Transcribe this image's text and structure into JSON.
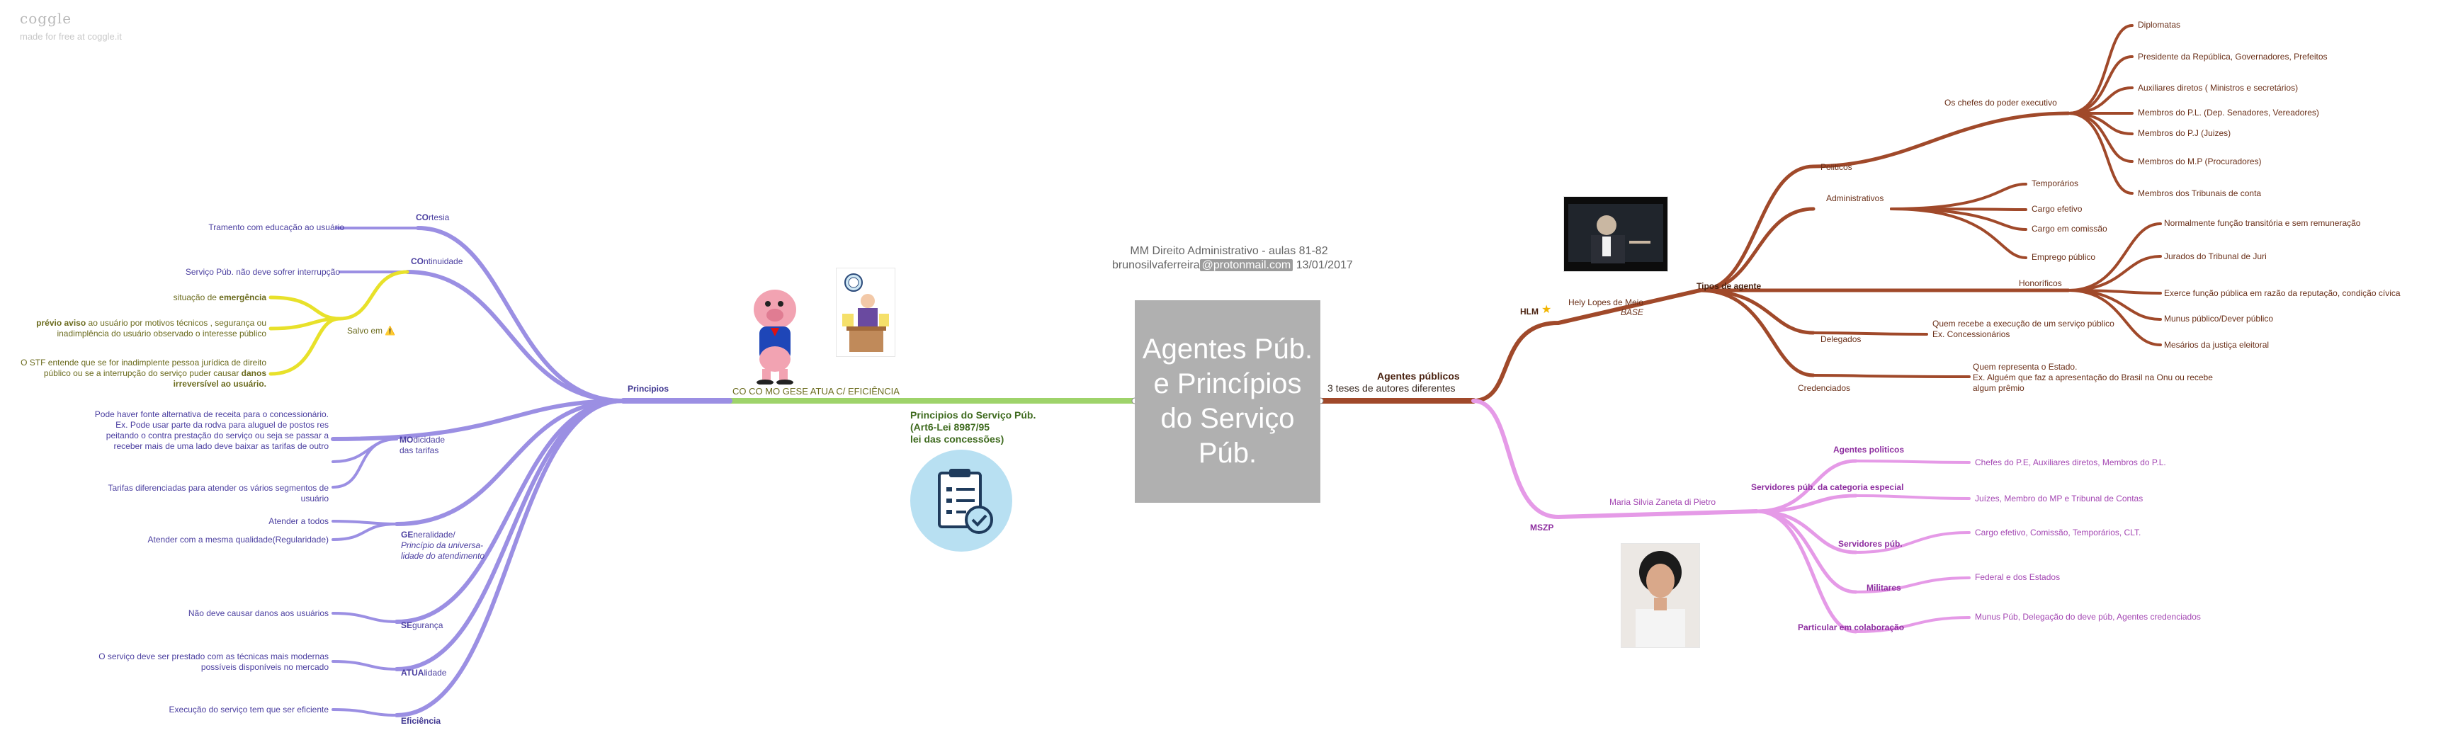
{
  "app": {
    "brand": "coggle",
    "brand_sub": "made for free at coggle.it"
  },
  "header": {
    "line1": "MM Direito Administrativo - aulas 81-82",
    "author": "brunosilvaferreira",
    "email": "@protonmail.com",
    "date": "13/01/2017"
  },
  "center": {
    "title": "Agentes Púb. e Princípios do Serviço Púb."
  },
  "right": {
    "main_label": "Agentes públicos",
    "main_sub": "3 teses de autores diferentes",
    "hlm": {
      "label": "HLM",
      "author": "Hely Lopes de Meio",
      "base": "BASE",
      "tipos": "Tipos de agente",
      "politicos": "Politicos",
      "chefes": "Os chefes do poder executivo",
      "politicos_items": [
        "Diplomatas",
        "Presidente da República, Governadores, Prefeitos",
        "Auxiliares diretos ( Ministros e secretários)",
        "Membros do P.L. (Dep. Senadores, Vereadores)",
        "Membros do P.J (Juizes)",
        "Membros do M.P (Procuradores)",
        "Membros dos Tribunais de conta"
      ],
      "administrativos": "Administrativos",
      "administrativos_items": [
        "Temporários",
        "Cargo efetivo",
        "Cargo em comissão",
        "Emprego público"
      ],
      "honorificos": "Honoríficos",
      "honorificos_items": [
        "Normalmente função transitória e sem remuneração",
        "Jurados do Tribunal de Juri",
        "Exerce função pública em razão da reputação, condição cívica",
        "Munus público/Dever público",
        "Mesários da justiça eleitoral"
      ],
      "delegados": "Delegados",
      "delegados_text": "Quem recebe a execução de um serviço público\nEx. Concessionários",
      "credenciados": "Credenciados",
      "credenciados_text": "Quem representa o Estado.\nEx. Alguém que faz a apresentação do Brasil na Onu ou recebe\nalgum prêmio"
    },
    "mszp": {
      "label": "MSZP",
      "author": "Maria Silvia Zaneta di Pietro",
      "categories": [
        {
          "label": "Agentes politicos",
          "item": "Chefes do P.E, Auxiliares diretos, Membros do P.L."
        },
        {
          "label": "Servidores púb. da categoria especial",
          "item": "Juízes, Membro do MP e Tribunal de Contas"
        },
        {
          "label": "Servidores púb.",
          "item": "Cargo efetivo, Comissão, Temporários, CLT."
        },
        {
          "label": "Militares",
          "item": "Federal e dos Estados"
        },
        {
          "label": "Particular em colaboração",
          "item": "Munus Púb, Delegação do deve púb, Agentes credenciados"
        }
      ]
    }
  },
  "left": {
    "principios_label": "Principios do Serviço Púb.\n(Art6-Lei 8987/95\nlei das concessões)",
    "mnemonic": "CO CO MO GESE ATUA C/ EFICIÊNCIA",
    "principios": "Principios",
    "cortesia": {
      "bold": "CO",
      "rest": "rtesia",
      "item": "Tramento com educação ao usuário"
    },
    "continuidade": {
      "bold": "CO",
      "rest": "ntinuidade",
      "item": "Serviço Púb. não deve sofrer interrupção",
      "salvo": "Salvo em ⚠️",
      "salvo_items": [
        {
          "pre": "situação de ",
          "bold": "emergência",
          "post": ""
        },
        {
          "pre": "",
          "bold": "prévio aviso",
          "post": " ao usuário por motivos técnicos , segurança ou\ninadimplência do usuário observado o interesse público"
        },
        {
          "pre": "O STF entende que se for inadimplente pessoa jurídica de direito\npúblico ou se a interrupção do serviço puder causar ",
          "bold": "danos\nirreversível ao usuário.",
          "post": ""
        }
      ]
    },
    "modicidade": {
      "bold": "MO",
      "rest": "dicidade\ndas tarifas",
      "items": [
        "Pode haver fonte alternativa de receita para o concessionário.\nEx. Pode usar parte da rodva para aluguel de postos res\npeitando o contra prestação do serviço ou seja se passar a\nreceber mais de uma lado deve baixar as tarifas de outro",
        "Tarifas diferenciadas para atender os vários segmentos de\nusuário"
      ]
    },
    "generalidade": {
      "bold": "GE",
      "rest": "neralidade/",
      "italic": "Princípio da universa-\nlidade do atendimento",
      "items": [
        "Atender a todos",
        "Atender com a mesma qualidade(Regularidade)"
      ]
    },
    "seguranca": {
      "bold": "SE",
      "rest": "gurança",
      "item": "Não deve causar danos aos usuários"
    },
    "atualidade": {
      "bold": "ATUA",
      "rest": "lidade",
      "item": "O serviço deve ser prestado com as técnicas mais modernas\npossíveis disponíveis no mercado"
    },
    "eficiencia": {
      "bold": "",
      "rest": "Eficiência",
      "item": "Execução do serviço tem que ser eficiente"
    }
  },
  "colors": {
    "purple": "#9b8fe3",
    "olive": "#e8e12a",
    "green": "#9ed36a",
    "rust": "#a0492a",
    "pink": "#e59ae7",
    "center": "#b0b0b0"
  }
}
